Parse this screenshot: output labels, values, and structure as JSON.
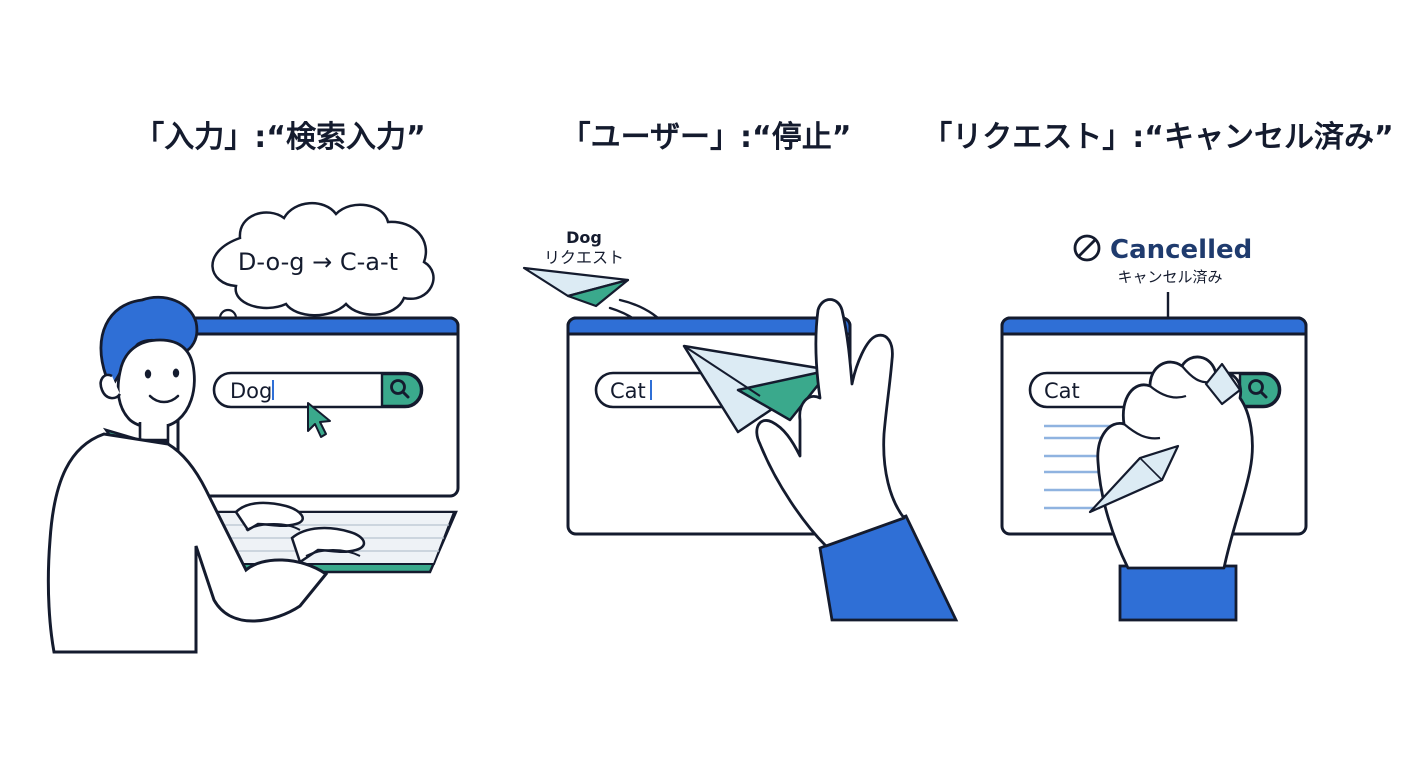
{
  "panels": [
    {
      "title": "「入力」:“検索入力”",
      "thought": "D-o-g → C-a-t",
      "search_value": "Dog"
    },
    {
      "title": "「ユーザー」:“停止”",
      "plane_label_1": "Dog",
      "plane_label_2": "リクエスト",
      "search_value": "Cat"
    },
    {
      "title": "「リクエスト」:“キャンセル済み”",
      "status_label": "Cancelled",
      "status_sub": "キャンセル済み",
      "search_value": "Cat"
    }
  ],
  "icons": {
    "search": "search-icon",
    "cursor": "mouse-cursor-icon",
    "cancel": "cancel-icon",
    "plane": "paper-plane-icon"
  },
  "colors": {
    "ink": "#141b2e",
    "blue": "#2f6fd6",
    "teal": "#3aa98c",
    "paper": "#dcebf4"
  }
}
